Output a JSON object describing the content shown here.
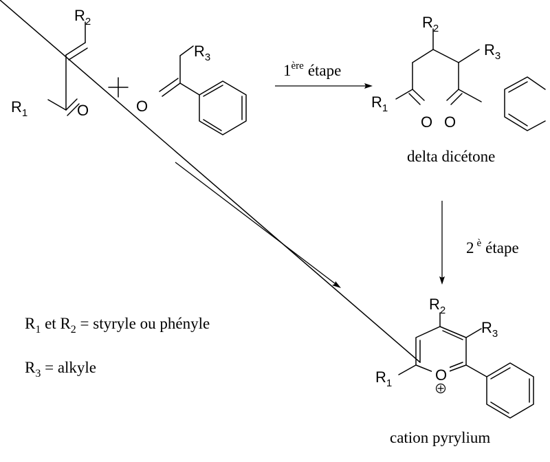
{
  "atoms": {
    "r": "R",
    "o": "O",
    "i1": "1",
    "i2": "2",
    "i3": "3",
    "plus_sign": "+",
    "charge": "+"
  },
  "step1": {
    "number": "1",
    "sup": "ère",
    "word": "étape"
  },
  "step2": {
    "number": "2",
    "sup": "è",
    "word": "étape"
  },
  "labels": {
    "diketone": "delta dicétone",
    "pyrylium": "cation pyrylium"
  },
  "legend": {
    "line1": {
      "r": "R",
      "i1": "1",
      "mid": " et ",
      "i2": "2",
      "rest": " = styryle ou phényle"
    },
    "line2": {
      "r": "R",
      "i3": "3",
      "rest": " = alkyle"
    }
  }
}
